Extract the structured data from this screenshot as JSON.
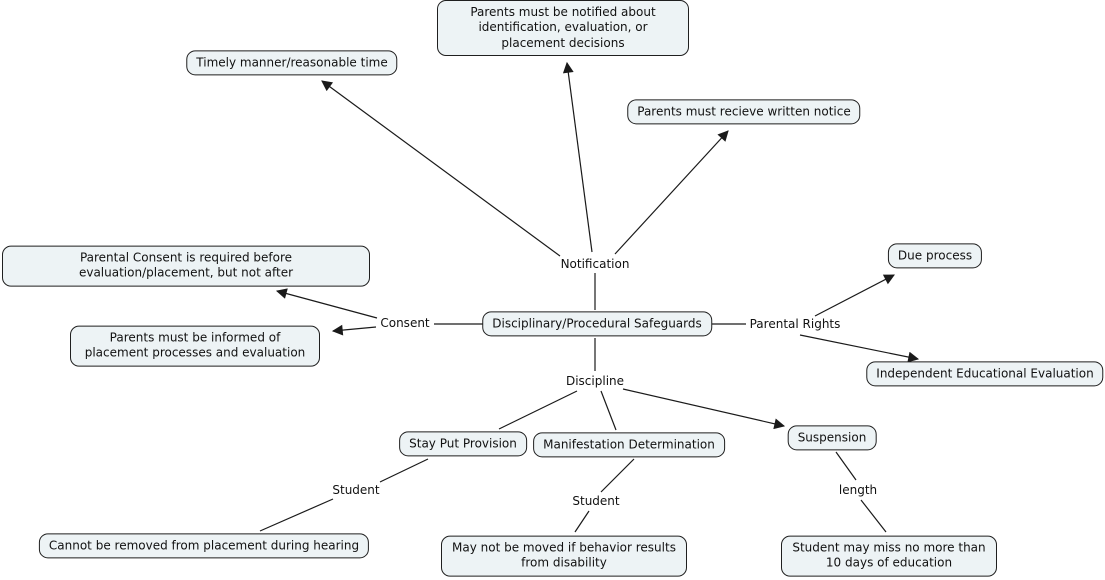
{
  "colors": {
    "background": "#ffffff",
    "node_fill": "#edf3f5",
    "node_border": "#1f1f1f",
    "line": "#1a1a1a",
    "text": "#111111"
  },
  "root": {
    "label": "Disciplinary/Procedural Safeguards"
  },
  "linking_phrases": {
    "notification": "Notification",
    "consent": "Consent",
    "parental_rights": "Parental Rights",
    "discipline": "Discipline",
    "student_stay_put": "Student",
    "student_manifestation": "Student",
    "length": "length"
  },
  "concepts": {
    "notified_decisions": "Parents must be notified about identification, evaluation, or placement decisions",
    "timely_manner": "Timely manner/reasonable time",
    "written_notice": "Parents must recieve written notice",
    "consent_required": "Parental Consent is required before evaluation/placement, but not after",
    "informed_processes": "Parents must be informed of placement processes and evaluation",
    "due_process": "Due process",
    "independent_evaluation": "Independent Educational Evaluation",
    "stay_put_provision": "Stay Put Provision",
    "manifestation_determination": "Manifestation Determination",
    "suspension": "Suspension",
    "cannot_be_removed": "Cannot be removed from placement during hearing",
    "may_not_be_moved": "May not be moved if behavior results from disability",
    "miss_days": "Student may miss no more than 10 days of education"
  }
}
